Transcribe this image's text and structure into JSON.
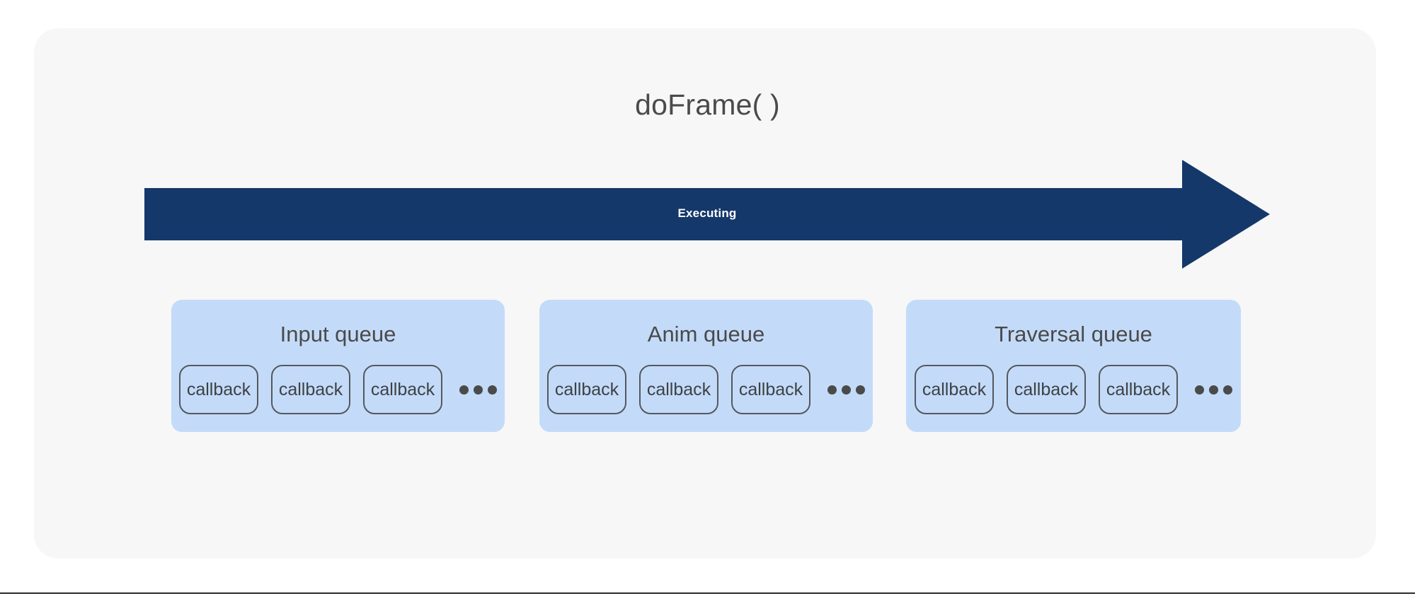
{
  "diagram": {
    "title": "doFrame( )",
    "background_color": "#ffffff",
    "panel_color": "#f7f7f8",
    "arrow": {
      "label": "Executing",
      "color": "#15386b",
      "label_color": "#ffffff",
      "direction": "right"
    },
    "queue_color": "#c3dbf9",
    "callback_border_color": "#55585c",
    "text_color": "#4a4a4a",
    "queues": [
      {
        "title": "Input queue",
        "callbacks": [
          "callback",
          "callback",
          "callback"
        ],
        "ellipsis": "•••"
      },
      {
        "title": "Anim queue",
        "callbacks": [
          "callback",
          "callback",
          "callback"
        ],
        "ellipsis": "•••"
      },
      {
        "title": "Traversal queue",
        "callbacks": [
          "callback",
          "callback",
          "callback"
        ],
        "ellipsis": "•••"
      }
    ]
  }
}
